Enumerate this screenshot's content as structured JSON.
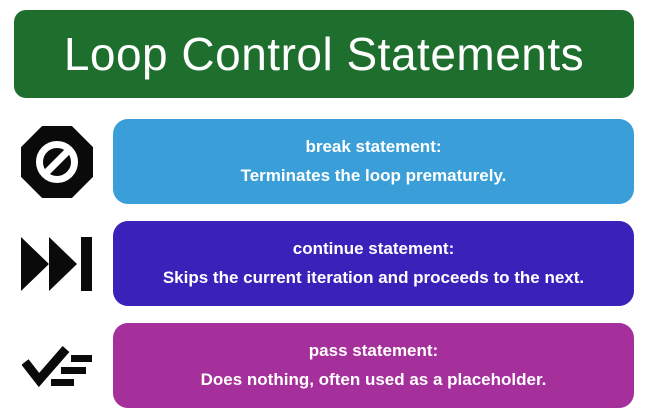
{
  "page": {
    "background_color": "#ffffff"
  },
  "header": {
    "title": "Loop Control Statements",
    "background_color": "#1e6e2d",
    "text_color": "#ffffff"
  },
  "icon_color": "#0a0a0a",
  "cards": [
    {
      "icon": "no-entry-octagon-icon",
      "title": "break statement:",
      "description": "Terminates the loop prematurely.",
      "background_color": "#3a9fd9",
      "text_color": "#ffffff"
    },
    {
      "icon": "skip-forward-icon",
      "title": "continue statement:",
      "description": "Skips the current iteration and proceeds to the next.",
      "background_color": "#3a21ba",
      "text_color": "#ffffff"
    },
    {
      "icon": "checklist-icon",
      "title": "pass statement:",
      "description": "Does nothing, often used as a placeholder.",
      "background_color": "#a52f9b",
      "text_color": "#ffffff"
    }
  ]
}
